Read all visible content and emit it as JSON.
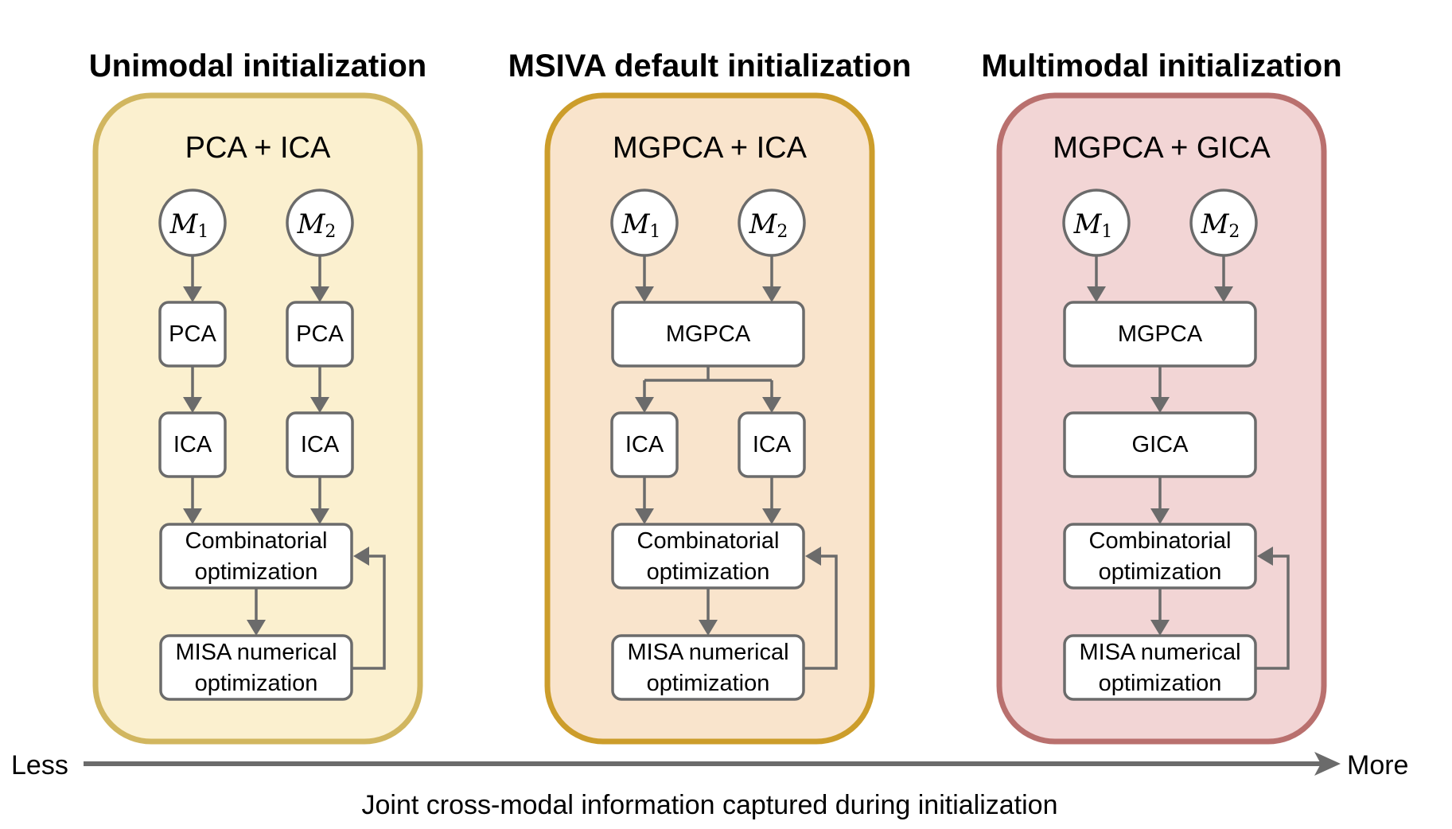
{
  "figure": {
    "panels": [
      {
        "heading": "Unimodal initialization",
        "method": "PCA + ICA",
        "fill": "#fbf0cf",
        "border": "#d1b65f",
        "inputs": [
          {
            "symbol": "M",
            "sub": "1"
          },
          {
            "symbol": "M",
            "sub": "2"
          }
        ],
        "layout": "parallel",
        "stage1": [
          "PCA",
          "PCA"
        ],
        "stage2": [
          "ICA",
          "ICA"
        ],
        "combinatorial": [
          "Combinatorial",
          "optimization"
        ],
        "numerical": [
          "MISA numerical",
          "optimization"
        ]
      },
      {
        "heading": "MSIVA default initialization",
        "method": "MGPCA + ICA",
        "fill": "#f9e4cc",
        "border": "#cc9d2b",
        "inputs": [
          {
            "symbol": "M",
            "sub": "1"
          },
          {
            "symbol": "M",
            "sub": "2"
          }
        ],
        "layout": "shared-then-split",
        "stage1": [
          "MGPCA"
        ],
        "stage2": [
          "ICA",
          "ICA"
        ],
        "combinatorial": [
          "Combinatorial",
          "optimization"
        ],
        "numerical": [
          "MISA numerical",
          "optimization"
        ]
      },
      {
        "heading": "Multimodal initialization",
        "method": "MGPCA + GICA",
        "fill": "#f2d5d5",
        "border": "#b9706e",
        "inputs": [
          {
            "symbol": "M",
            "sub": "1"
          },
          {
            "symbol": "M",
            "sub": "2"
          }
        ],
        "layout": "shared",
        "stage1": [
          "MGPCA"
        ],
        "stage2": [
          "GICA"
        ],
        "combinatorial": [
          "Combinatorial",
          "optimization"
        ],
        "numerical": [
          "MISA numerical",
          "optimization"
        ]
      }
    ],
    "axis": {
      "left_label": "Less",
      "right_label": "More",
      "caption": "Joint cross-modal information captured during initialization"
    },
    "colors": {
      "edge": "#6b6b6b",
      "node_fill": "#ffffff"
    }
  }
}
